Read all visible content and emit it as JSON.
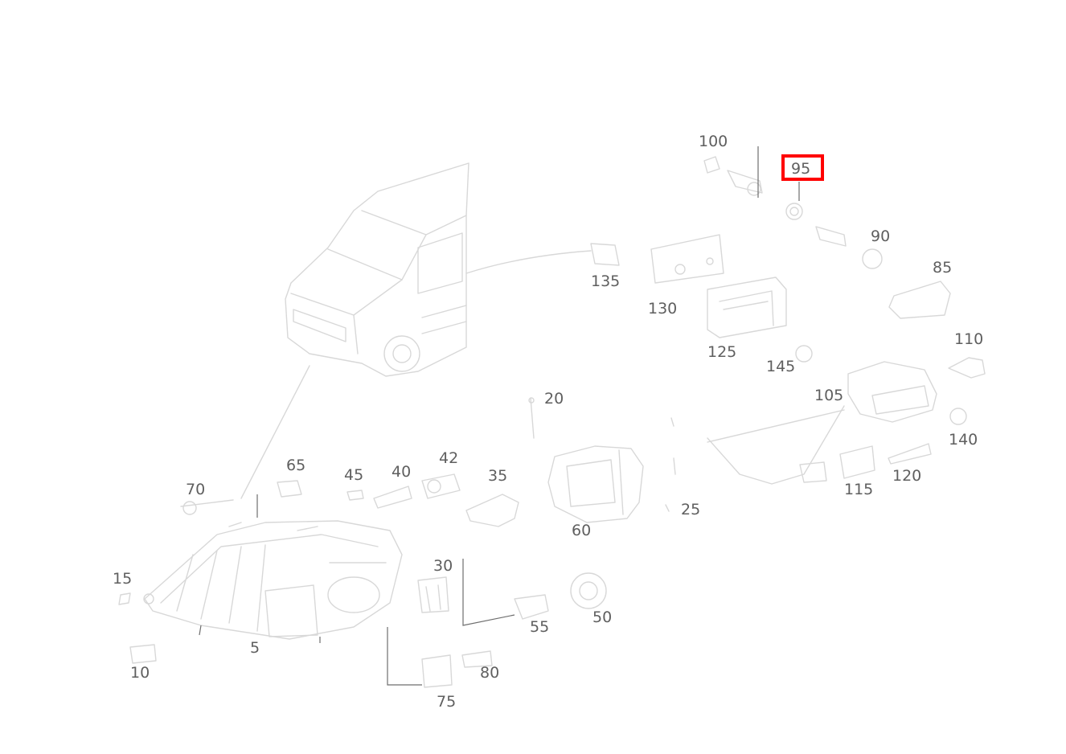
{
  "highlight": {
    "callout": "95",
    "color": "#ff0000"
  },
  "callouts": [
    {
      "id": "c100",
      "label": "100"
    },
    {
      "id": "c95",
      "label": "95"
    },
    {
      "id": "c90",
      "label": "90"
    },
    {
      "id": "c85",
      "label": "85"
    },
    {
      "id": "c135",
      "label": "135"
    },
    {
      "id": "c130",
      "label": "130"
    },
    {
      "id": "c125",
      "label": "125"
    },
    {
      "id": "c145",
      "label": "145"
    },
    {
      "id": "c110",
      "label": "110"
    },
    {
      "id": "c105",
      "label": "105"
    },
    {
      "id": "c140",
      "label": "140"
    },
    {
      "id": "c20",
      "label": "20"
    },
    {
      "id": "c115",
      "label": "115"
    },
    {
      "id": "c120",
      "label": "120"
    },
    {
      "id": "c65",
      "label": "65"
    },
    {
      "id": "c45",
      "label": "45"
    },
    {
      "id": "c40",
      "label": "40"
    },
    {
      "id": "c42",
      "label": "42"
    },
    {
      "id": "c35",
      "label": "35"
    },
    {
      "id": "c70",
      "label": "70"
    },
    {
      "id": "c60",
      "label": "60"
    },
    {
      "id": "c25",
      "label": "25"
    },
    {
      "id": "c15",
      "label": "15"
    },
    {
      "id": "c30",
      "label": "30"
    },
    {
      "id": "c55",
      "label": "55"
    },
    {
      "id": "c50",
      "label": "50"
    },
    {
      "id": "c5",
      "label": "5"
    },
    {
      "id": "c10",
      "label": "10"
    },
    {
      "id": "c80",
      "label": "80"
    },
    {
      "id": "c75",
      "label": "75"
    }
  ]
}
